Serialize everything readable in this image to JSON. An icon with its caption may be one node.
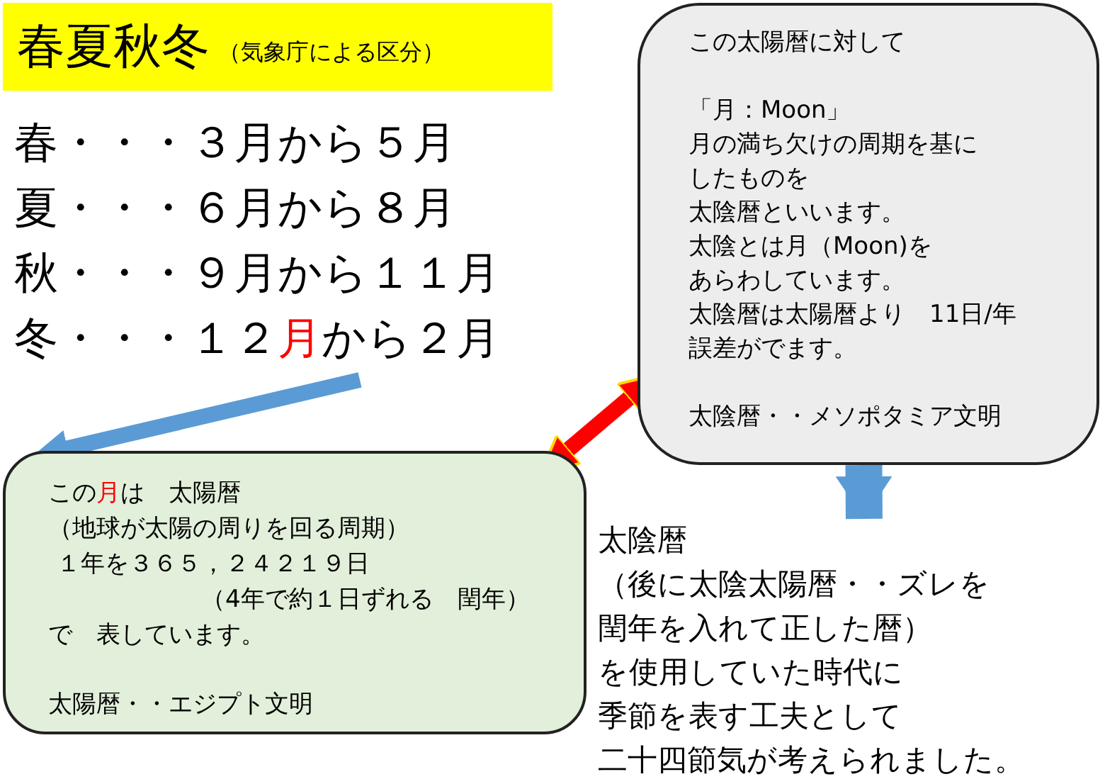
{
  "diagram": {
    "nodes": [
      {
        "text": [
          "春夏秋冬",
          "（気象庁による区分）"
        ]
      },
      {
        "text": [
          "春・・・３月から５月",
          "夏・・・６月から８月",
          "秋・・・９月から１１月",
          "冬・・・１２**月**から２月"
        ]
      },
      {
        "text": [
          "この**月**は　太陽暦",
          "（地球が太陽の周りを回る周期）",
          "１年を３６５，２４２１９日",
          "（4年で約１日ずれる　閏年）",
          "で　表しています。",
          "太陽暦・・エジプト文明"
        ]
      },
      {
        "text": [
          "この太陽暦に対して",
          "「月：Moon」",
          "月の満ち欠けの周期を基に",
          "したものを",
          "太陰暦といいます。",
          "太陰とは月（Moon)を",
          "あらわしています。",
          "太陰暦は太陽暦より　11日/年",
          "誤差がでます。",
          "太陰暦・・メソポタミア文明"
        ]
      },
      {
        "text": [
          "太陰暦",
          "（後に太陰太陽暦・・ズレを",
          "閏年を入れて正した暦）",
          "を使用していた時代に",
          "季節を表す工夫として",
          "二十四節気が考えられました。"
        ]
      }
    ],
    "edges": [
      {
        "from": 1,
        "to": 2,
        "arrow": "to",
        "color": "#5b9bd5"
      },
      {
        "from": 2,
        "to": 3,
        "arrow": "both",
        "color": "#ff0000"
      },
      {
        "from": 3,
        "to": 4,
        "arrow": "to",
        "style": "thick",
        "color": "#5b9bd5"
      }
    ]
  }
}
